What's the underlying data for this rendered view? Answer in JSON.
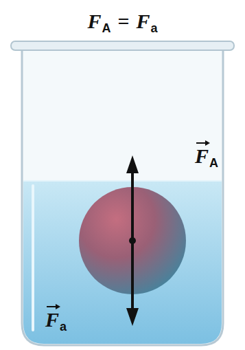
{
  "diagram": {
    "labels": [
      "F",
      "A",
      "=",
      "F",
      "a",
      "F",
      "A",
      "F",
      "a"
    ]
  }
}
